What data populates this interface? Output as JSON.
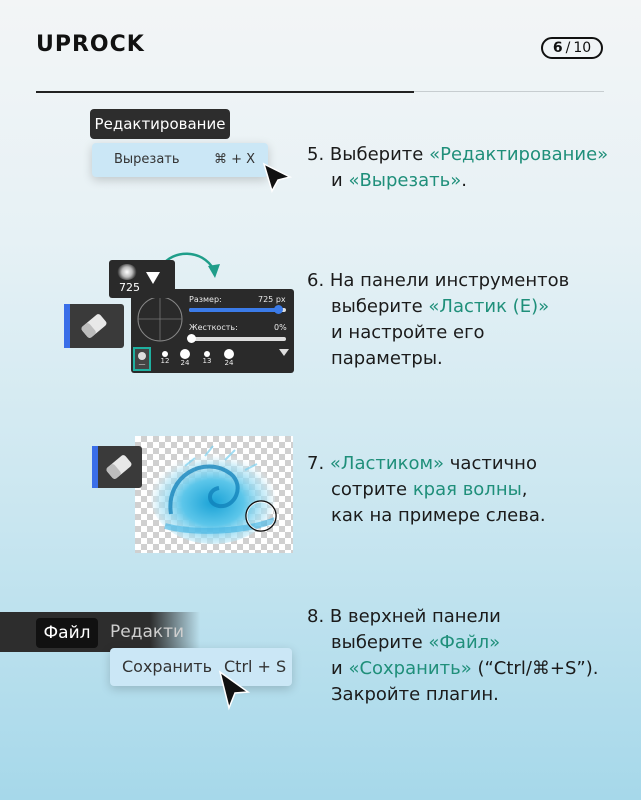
{
  "header": {
    "logo": "UPROCK",
    "page_current": "6",
    "page_sep": "/",
    "page_total": "10"
  },
  "step5": {
    "menu_title": "Редактирование",
    "menu_item": "Вырезать",
    "shortcut": "⌘ + X",
    "line1_num": "5.",
    "line1_text": "Выберите",
    "line1_hl": "«Редактирование»",
    "line2_text": "и",
    "line2_hl": "«Вырезать»",
    "line2_end": "."
  },
  "step6": {
    "brush_size": "725",
    "size_label": "Размер:",
    "size_value": "725 px",
    "hardness_label": "Жесткость:",
    "hardness_value": "0%",
    "preset_labels": [
      "12",
      "24",
      "13",
      "24"
    ],
    "preset_dash": "—",
    "line1": "6. На панели инструментов",
    "line2_text": "выберите",
    "line2_hl": "«Ластик (E)»",
    "line3": "и настройте его",
    "line4": "параметры."
  },
  "step7": {
    "line1_num": "7.",
    "line1_hl": "«Ластиком»",
    "line1_text": "частично",
    "line2_text": "сотрите",
    "line2_hl": "края волны",
    "line2_end": ",",
    "line3": "как на примере слева."
  },
  "step8": {
    "menu_file": "Файл",
    "menu_edit": "Редакти",
    "save_item": "Сохранить",
    "save_shortcut": "Ctrl + S",
    "line1": "8. В верхней панели",
    "line2_text": "выберите",
    "line2_hl": "«Файл»",
    "line3_text": "и",
    "line3_hl": "«Сохранить»",
    "line3_end": "(“Ctrl/⌘+S”).",
    "line4": "Закройте плагин."
  },
  "colors": {
    "highlight": "#1f8f7a",
    "menu_dark": "#2d2d2d",
    "menu_item_bg": "#cbe7f6",
    "accent_blue": "#3a6ee8"
  },
  "icons": [
    "cursor-arrow-icon",
    "eraser-icon",
    "curved-arrow-icon",
    "brush-preview-icon",
    "dropdown-triangle-icon",
    "brush-cursor-circle-icon"
  ]
}
